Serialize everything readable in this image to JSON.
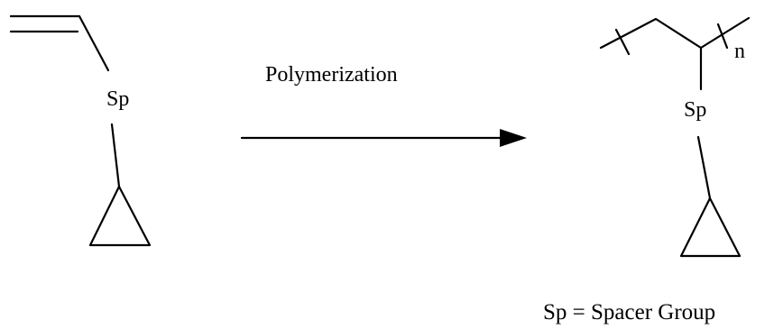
{
  "reaction": {
    "arrow_label": "Polymerization",
    "monomer": {
      "spacer_label": "Sp"
    },
    "polymer": {
      "spacer_label": "Sp",
      "repeat_subscript": "n"
    },
    "legend": "Sp = Spacer Group"
  }
}
